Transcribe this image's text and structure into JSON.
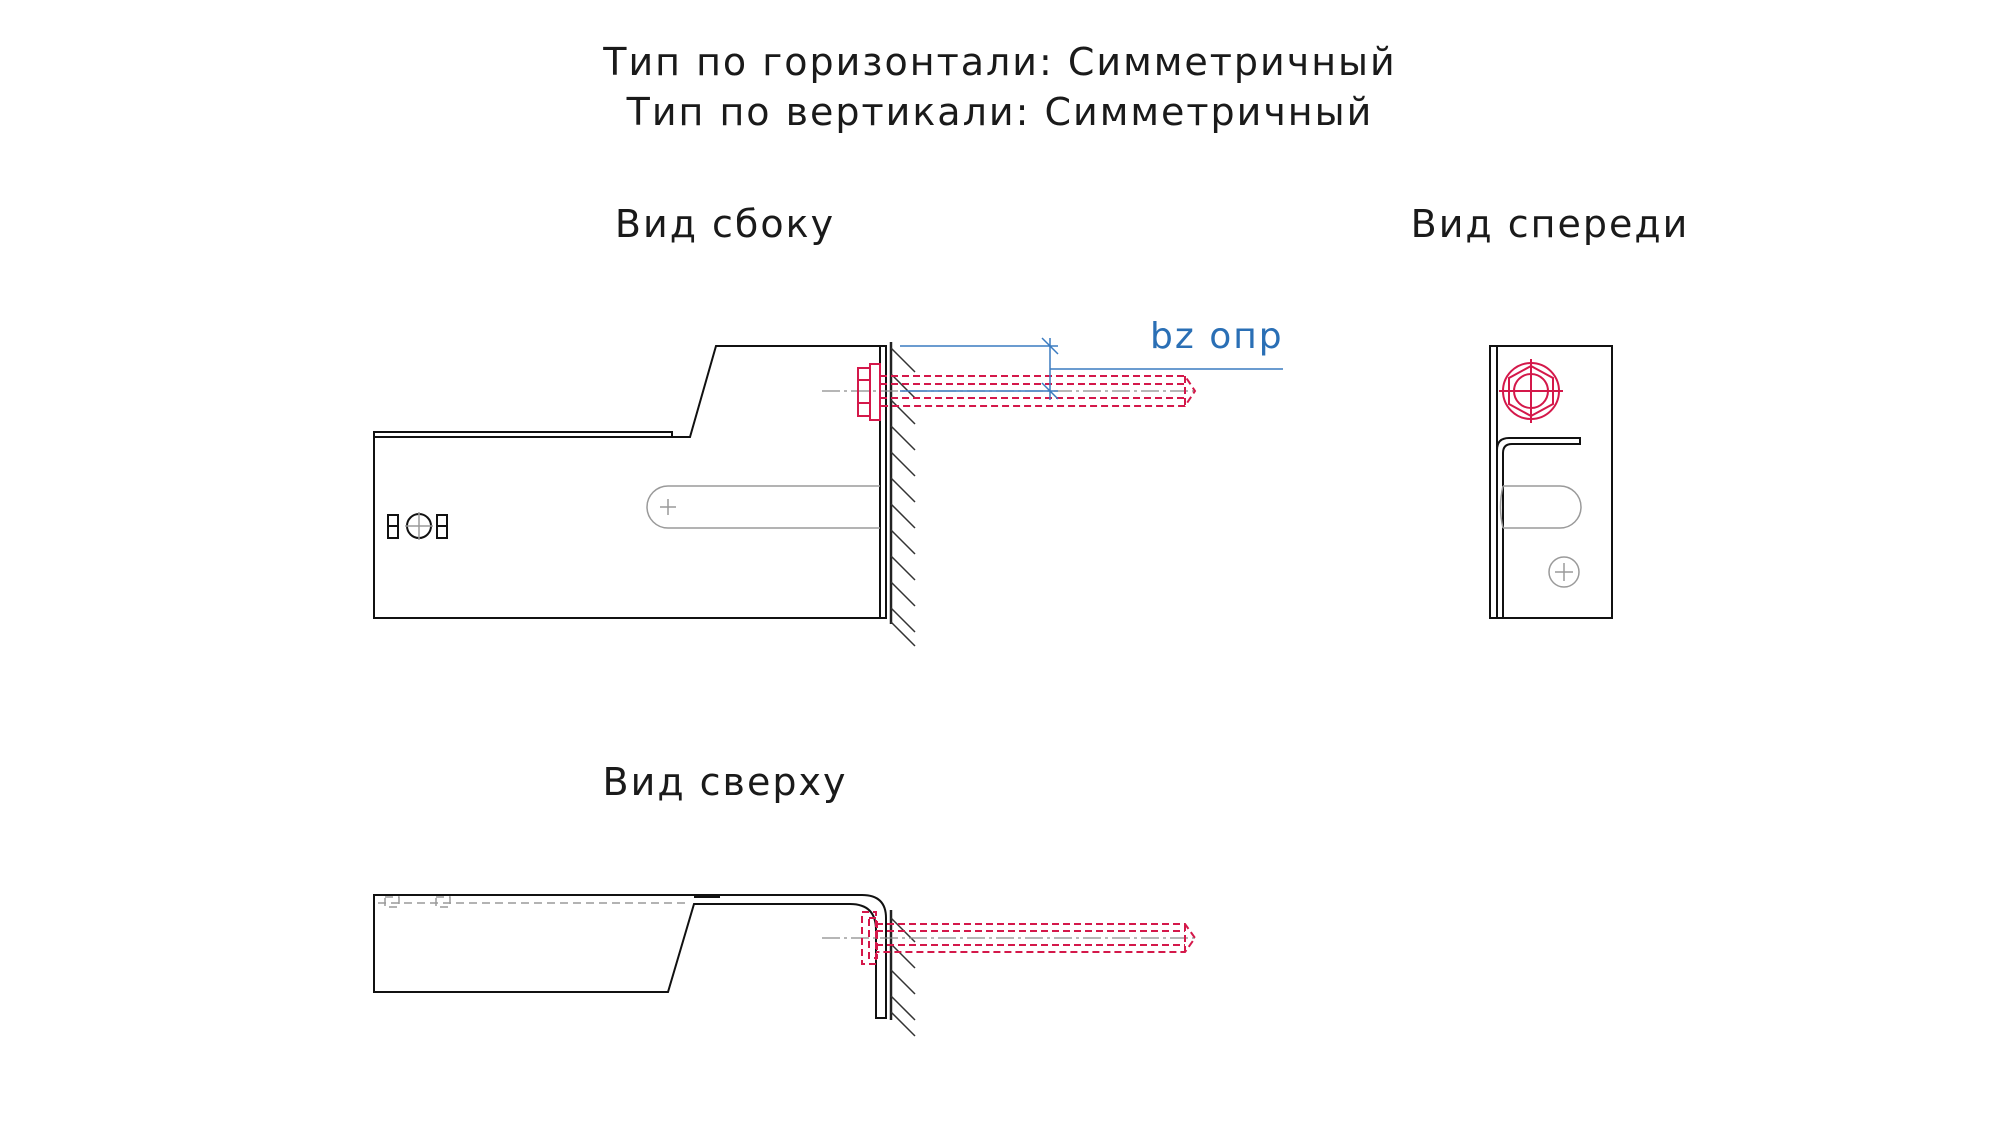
{
  "header": {
    "line1": "Тип по горизонтали: Симметричный",
    "line2": "Тип по вертикали: Симметричный"
  },
  "views": {
    "side": "Вид сбоку",
    "front": "Вид спереди",
    "top": "Вид сверху"
  },
  "dimension": {
    "label": "bz опр"
  },
  "colors": {
    "bolt": "#d4184a",
    "dimension": "#3a7bc0",
    "part": "#111111"
  }
}
